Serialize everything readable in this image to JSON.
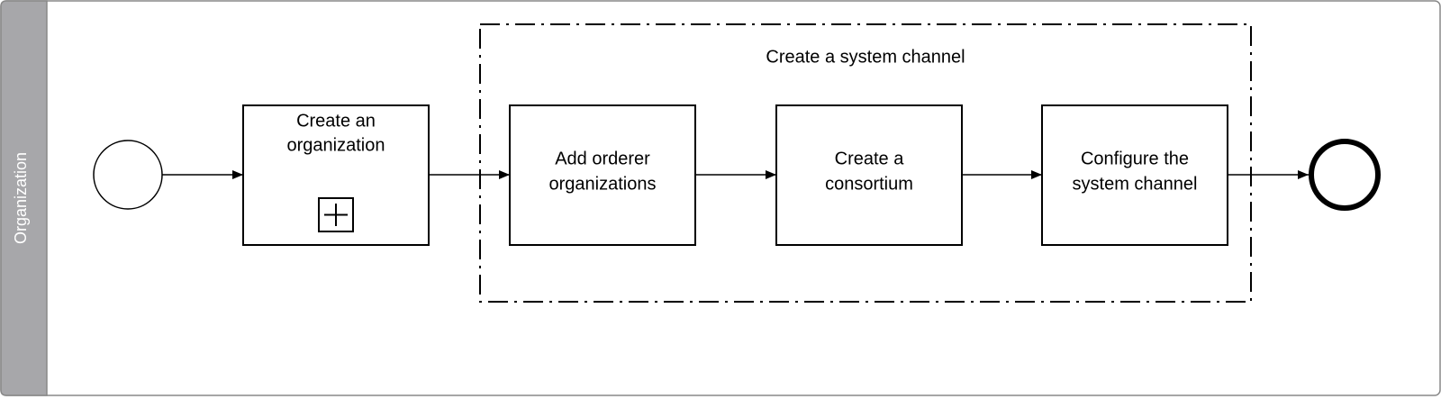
{
  "pool": {
    "lane_label": "Organization"
  },
  "group": {
    "label": "Create a system channel"
  },
  "tasks": [
    {
      "line1": "Create an",
      "line2": "organization",
      "collapsed_subprocess": true
    },
    {
      "line1": "Add orderer",
      "line2": "organizations"
    },
    {
      "line1": "Create a",
      "line2": "consortium"
    },
    {
      "line1": "Configure the",
      "line2": "system channel"
    }
  ],
  "colors": {
    "lane_header": "#a7a7aa",
    "stroke": "#000000",
    "pool_border": "#888888"
  }
}
